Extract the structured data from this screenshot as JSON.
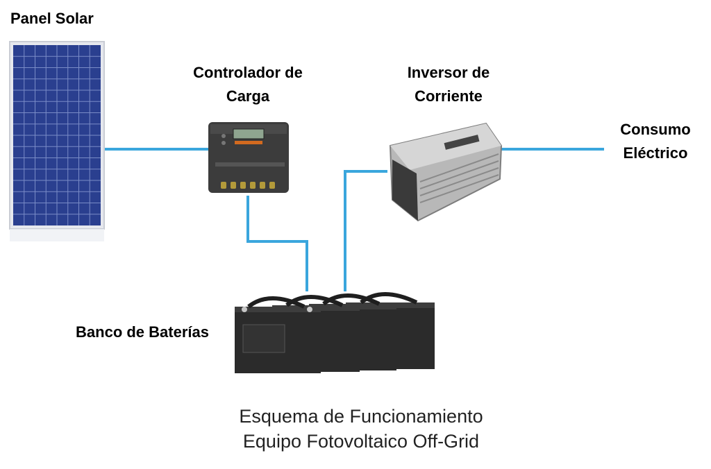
{
  "labels": {
    "panel": "Panel Solar",
    "controller_line1": "Controlador de",
    "controller_line2": "Carga",
    "inverter_line1": "Inversor de",
    "inverter_line2": "Corriente",
    "consumption_line1": "Consumo",
    "consumption_line2": "Eléctrico",
    "batteries": "Banco de Baterías"
  },
  "caption": {
    "line1": "Esquema de Funcionamiento",
    "line2": "Equipo Fotovoltaico Off-Grid"
  },
  "colors": {
    "wire": "#3aa6dd",
    "panel_cells": "#2a3f8f",
    "battery": "#2b2b2b",
    "controller": "#3c3c3c",
    "inverter": "#b8b8b8"
  }
}
